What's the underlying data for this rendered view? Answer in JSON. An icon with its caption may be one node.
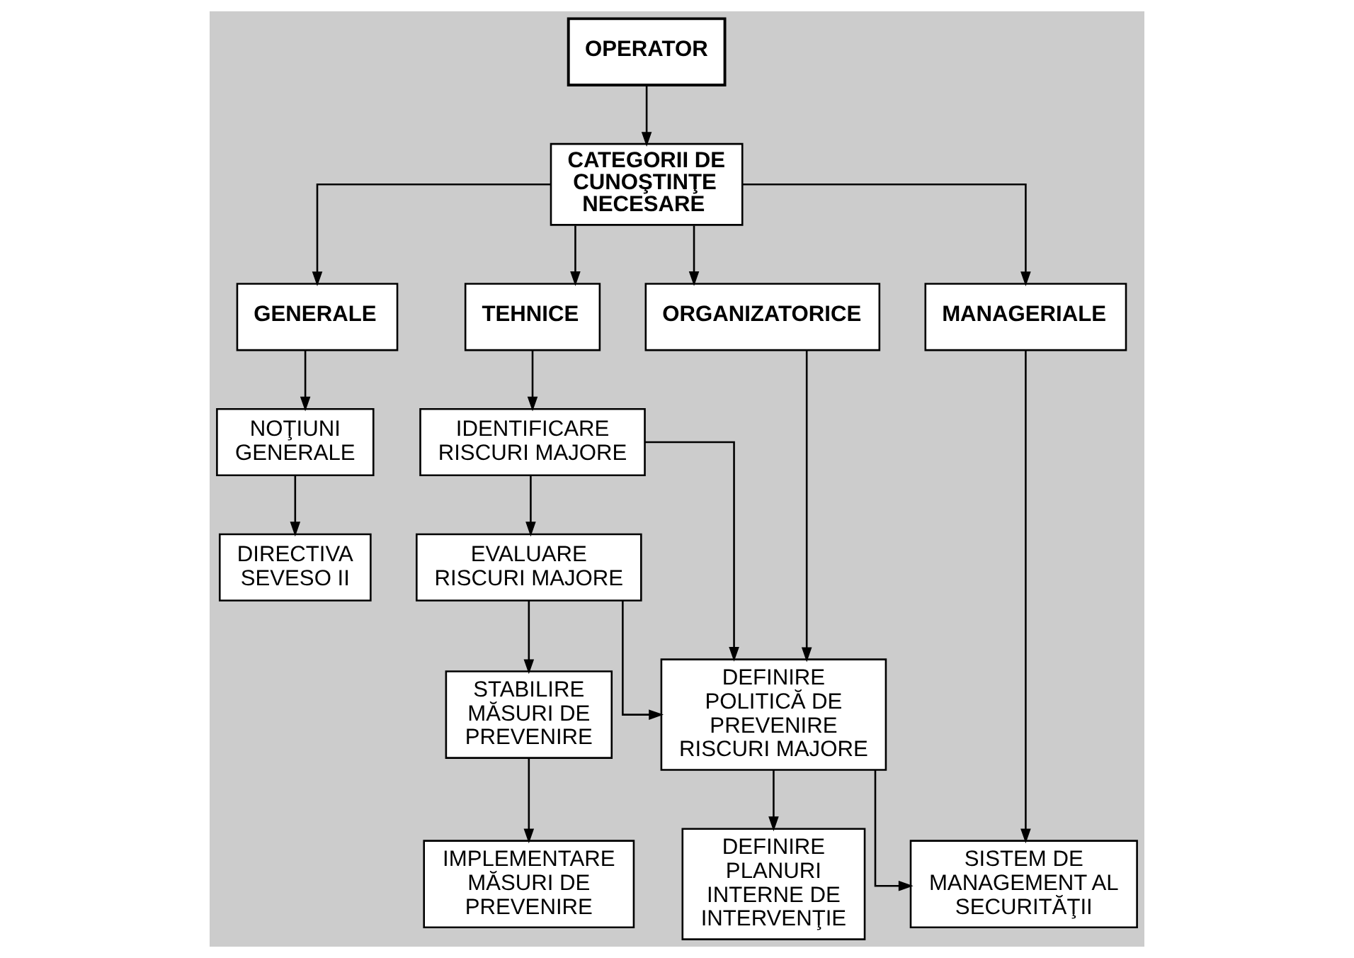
{
  "diagram": {
    "nodes": [
      {
        "text": [
          "OPERATOR"
        ]
      },
      {
        "text": [
          "CATEGORII DE CUNOŞTINŢE NECESARE"
        ]
      },
      {
        "text": [
          "GENERALE"
        ]
      },
      {
        "text": [
          "TEHNICE"
        ]
      },
      {
        "text": [
          "ORGANIZATORICE"
        ]
      },
      {
        "text": [
          "MANAGERIALE"
        ]
      },
      {
        "text": [
          "NOŢIUNI GENERALE"
        ]
      },
      {
        "text": [
          "DIRECTIVA SEVESO II"
        ]
      },
      {
        "text": [
          "IDENTIFICARE RISCURI MAJORE"
        ]
      },
      {
        "text": [
          "EVALUARE RISCURI MAJORE"
        ]
      },
      {
        "text": [
          "STABILIRE MĂSURI DE PREVENIRE"
        ]
      },
      {
        "text": [
          "IMPLEMENTARE MĂSURI DE PREVENIRE"
        ]
      },
      {
        "text": [
          "DEFINIRE POLITICĂ DE PREVENIRE RISCURI MAJORE"
        ]
      },
      {
        "text": [
          "DEFINIRE PLANURI INTERNE DE INTERVENŢIE"
        ]
      },
      {
        "text": [
          "SISTEM DE MANAGEMENT AL SECURITĂŢII"
        ]
      }
    ],
    "edges": [
      {
        "from": 0,
        "to": 1,
        "arrow": "to"
      },
      {
        "from": 1,
        "to": 2,
        "arrow": "to"
      },
      {
        "from": 1,
        "to": 3,
        "arrow": "to"
      },
      {
        "from": 1,
        "to": 4,
        "arrow": "to"
      },
      {
        "from": 1,
        "to": 5,
        "arrow": "to"
      },
      {
        "from": 2,
        "to": 6,
        "arrow": "to"
      },
      {
        "from": 6,
        "to": 7,
        "arrow": "to"
      },
      {
        "from": 3,
        "to": 8,
        "arrow": "to"
      },
      {
        "from": 8,
        "to": 9,
        "arrow": "to"
      },
      {
        "from": 9,
        "to": 10,
        "arrow": "to"
      },
      {
        "from": 10,
        "to": 11,
        "arrow": "to"
      },
      {
        "from": 4,
        "to": 12,
        "arrow": "to"
      },
      {
        "from": 8,
        "to": 12,
        "arrow": "to"
      },
      {
        "from": 9,
        "to": 12,
        "arrow": "to"
      },
      {
        "from": 12,
        "to": 14,
        "arrow": "to"
      },
      {
        "from": 5,
        "to": 14,
        "arrow": "to"
      },
      {
        "from": 12,
        "to": 13,
        "arrow": "to"
      }
    ]
  }
}
